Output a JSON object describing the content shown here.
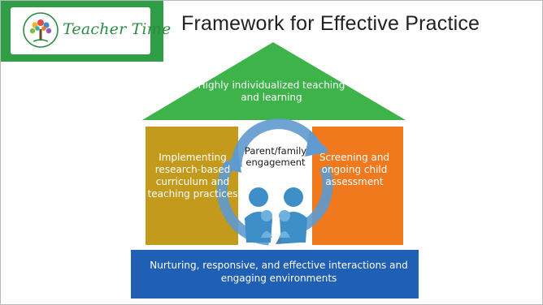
{
  "header": {
    "logo_text": "Teacher Time",
    "title": "Framework for Effective Practice"
  },
  "diagram": {
    "roof": "Highly individualized teaching and learning",
    "left_pillar": "Implementing research-based curriculum and teaching practices",
    "right_pillar": "Screening and ongoing child assessment",
    "center": "Parent/family engagement",
    "foundation": "Nurturing, responsive, and effective interactions and engaging environments"
  },
  "colors": {
    "logo_green": "#2f9e46",
    "roof_green": "#3db34a",
    "left_pillar": "#c49a1c",
    "right_pillar": "#f0791e",
    "foundation_blue": "#1f5fb4",
    "cycle_blue": "#5f9ad0",
    "family_blue": "#3e8fc8"
  }
}
